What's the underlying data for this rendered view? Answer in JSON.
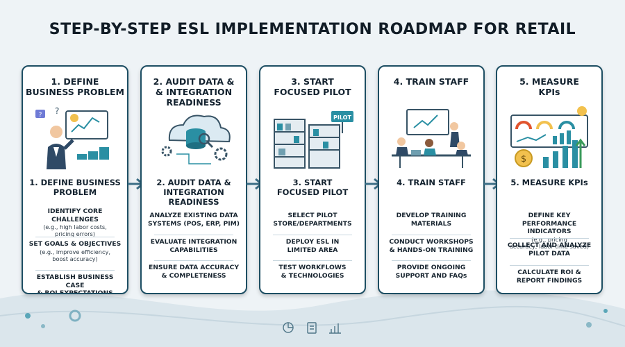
{
  "title": "STEP-BY-STEP ESL IMPLEMENTATION ROADMAP FOR RETAIL",
  "colors": {
    "accent": "#2a8fa3",
    "border": "#1d4e63",
    "arrow": "#3b6e86",
    "background": "#eef3f6"
  },
  "steps": [
    {
      "header": [
        "1. DEFINE",
        "BUSINESS PROBLEM"
      ],
      "title": [
        "1. DEFINE BUSINESS",
        "PROBLEM"
      ],
      "illustration": "business-person-presentation",
      "items": [
        {
          "main": [
            "IDENTIFY CORE CHALLENGES"
          ],
          "sub": [
            "(e.g., high labor costs,",
            "pricing errors)"
          ]
        },
        {
          "main": [
            "SET GOALS & OBJECTIVES"
          ],
          "sub": [
            "(e.g., improve efficiency,",
            "boost accuracy)"
          ]
        },
        {
          "main": [
            "ESTABLISH BUSINESS CASE",
            "& ROI EXPECTATIONS"
          ],
          "sub": []
        }
      ]
    },
    {
      "header": [
        "2. AUDIT DATA &",
        "& INTEGRATION",
        "READINESS"
      ],
      "title": [
        "2. AUDIT DATA &",
        "INTEGRATION READINESS"
      ],
      "illustration": "cloud-database-gears",
      "items": [
        {
          "main": [
            "ANALYZE EXISTING DATA",
            "SYSTEMS (POS, ERP, PIM)"
          ],
          "sub": []
        },
        {
          "main": [
            "EVALUATE INTEGRATION",
            "CAPABILITIES"
          ],
          "sub": []
        },
        {
          "main": [
            "ENSURE DATA ACCURACY",
            "& COMPLETENESS"
          ],
          "sub": []
        }
      ]
    },
    {
      "header": [
        "3. START",
        "FOCUSED PILOT"
      ],
      "title": [
        "3. START",
        "FOCUSED PILOT"
      ],
      "illustration": "store-shelves-pilot",
      "pilot_sign": "PILOT",
      "items": [
        {
          "main": [
            "SELECT PILOT",
            "STORE/DEPARTMENTS"
          ],
          "sub": []
        },
        {
          "main": [
            "DEPLOY ESL IN",
            "LIMITED AREA"
          ],
          "sub": []
        },
        {
          "main": [
            "TEST WORKFLOWS",
            "& TECHNOLOGIES"
          ],
          "sub": []
        }
      ]
    },
    {
      "header": [
        "4. TRAIN STAFF"
      ],
      "title": [
        "4. TRAIN STAFF"
      ],
      "illustration": "training-classroom",
      "items": [
        {
          "main": [
            "DEVELOP TRAINING",
            "MATERIALS"
          ],
          "sub": []
        },
        {
          "main": [
            "CONDUCT WORKSHOPS",
            "& HANDS-ON TRAINING"
          ],
          "sub": []
        },
        {
          "main": [
            "PROVIDE ONGOING",
            "SUPPORT AND FAQs"
          ],
          "sub": []
        }
      ]
    },
    {
      "header": [
        "5. MEASURE",
        "KPIs"
      ],
      "title": [
        "5. MEASURE KPIs"
      ],
      "illustration": "kpi-dashboard-growth",
      "items": [
        {
          "main": [
            "DEFINE KEY PERFORMANCE",
            "INDICATORS"
          ],
          "sub": [
            "(e.g., pricing",
            "accuracy, labor time saved)"
          ]
        },
        {
          "main": [
            "COLLECT AND ANALYZE",
            "PILOT DATA"
          ],
          "sub": []
        },
        {
          "main": [
            "CALCULATE ROI &",
            "REPORT FINDINGS"
          ],
          "sub": []
        }
      ]
    }
  ],
  "footer_icons": [
    "pie-chart-icon",
    "checklist-icon",
    "bar-chart-icon"
  ]
}
